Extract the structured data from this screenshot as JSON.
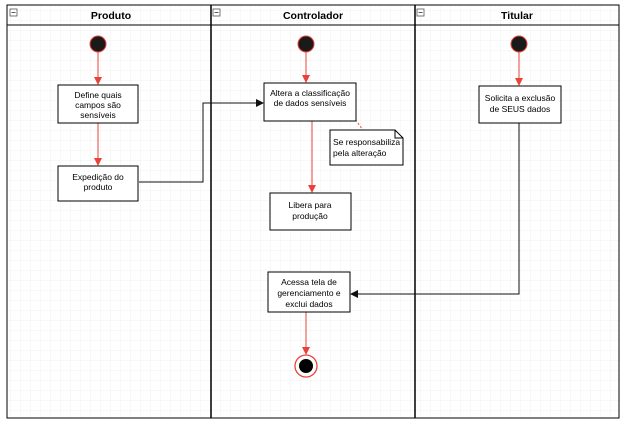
{
  "lanes": [
    {
      "title": "Produto"
    },
    {
      "title": "Controlador"
    },
    {
      "title": "Titular"
    }
  ],
  "nodes": {
    "define": [
      "Define quais",
      "campos são",
      "sensíveis"
    ],
    "expedicao": [
      "Expedição do",
      "produto"
    ],
    "altera": [
      "Altera a classificação",
      "de dados sensíveis"
    ],
    "libera": [
      "Libera para",
      "produção"
    ],
    "acessa": [
      "Acessa tela de",
      "gerenciamento e",
      "exclui dados"
    ],
    "solicita": [
      "Solicita a exclusão",
      "de SEUS dados"
    ],
    "nota": [
      "Se responsabiliza",
      "pela alteração"
    ]
  },
  "colors": {
    "start_node": "#1a1a1a",
    "red_arrow": "#e8433a",
    "black_arrow": "#111111",
    "grid": "#e6e6e6",
    "frame": "#000000"
  }
}
